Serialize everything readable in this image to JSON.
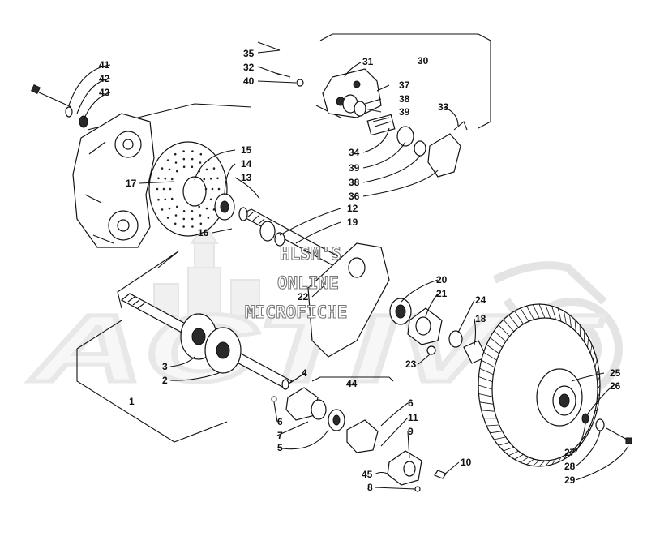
{
  "watermark": {
    "brand": "ACTIVE",
    "lines": [
      "HLSM'S",
      "ONLINE",
      "MICROFICHE"
    ]
  },
  "callouts": [
    {
      "id": "41",
      "text": "41"
    },
    {
      "id": "42",
      "text": "42"
    },
    {
      "id": "43",
      "text": "43"
    },
    {
      "id": "35",
      "text": "35"
    },
    {
      "id": "32",
      "text": "32"
    },
    {
      "id": "40",
      "text": "40"
    },
    {
      "id": "31",
      "text": "31"
    },
    {
      "id": "30",
      "text": "30"
    },
    {
      "id": "37",
      "text": "37"
    },
    {
      "id": "38a",
      "text": "38"
    },
    {
      "id": "39a",
      "text": "39"
    },
    {
      "id": "33",
      "text": "33"
    },
    {
      "id": "34",
      "text": "34"
    },
    {
      "id": "39b",
      "text": "39"
    },
    {
      "id": "38b",
      "text": "38"
    },
    {
      "id": "36",
      "text": "36"
    },
    {
      "id": "15",
      "text": "15"
    },
    {
      "id": "14",
      "text": "14"
    },
    {
      "id": "13",
      "text": "13"
    },
    {
      "id": "17",
      "text": "17"
    },
    {
      "id": "16",
      "text": "16"
    },
    {
      "id": "12",
      "text": "12"
    },
    {
      "id": "19",
      "text": "19"
    },
    {
      "id": "20",
      "text": "20"
    },
    {
      "id": "21",
      "text": "21"
    },
    {
      "id": "22",
      "text": "22"
    },
    {
      "id": "24",
      "text": "24"
    },
    {
      "id": "18",
      "text": "18"
    },
    {
      "id": "23",
      "text": "23"
    },
    {
      "id": "3",
      "text": "3"
    },
    {
      "id": "2",
      "text": "2"
    },
    {
      "id": "4",
      "text": "4"
    },
    {
      "id": "44",
      "text": "44"
    },
    {
      "id": "1",
      "text": "1"
    },
    {
      "id": "6a",
      "text": "6"
    },
    {
      "id": "7",
      "text": "7"
    },
    {
      "id": "5",
      "text": "5"
    },
    {
      "id": "6b",
      "text": "6"
    },
    {
      "id": "11",
      "text": "11"
    },
    {
      "id": "9",
      "text": "9"
    },
    {
      "id": "45",
      "text": "45"
    },
    {
      "id": "8",
      "text": "8"
    },
    {
      "id": "10",
      "text": "10"
    },
    {
      "id": "25",
      "text": "25"
    },
    {
      "id": "26",
      "text": "26"
    },
    {
      "id": "27",
      "text": "27"
    },
    {
      "id": "28",
      "text": "28"
    },
    {
      "id": "29",
      "text": "29"
    }
  ]
}
